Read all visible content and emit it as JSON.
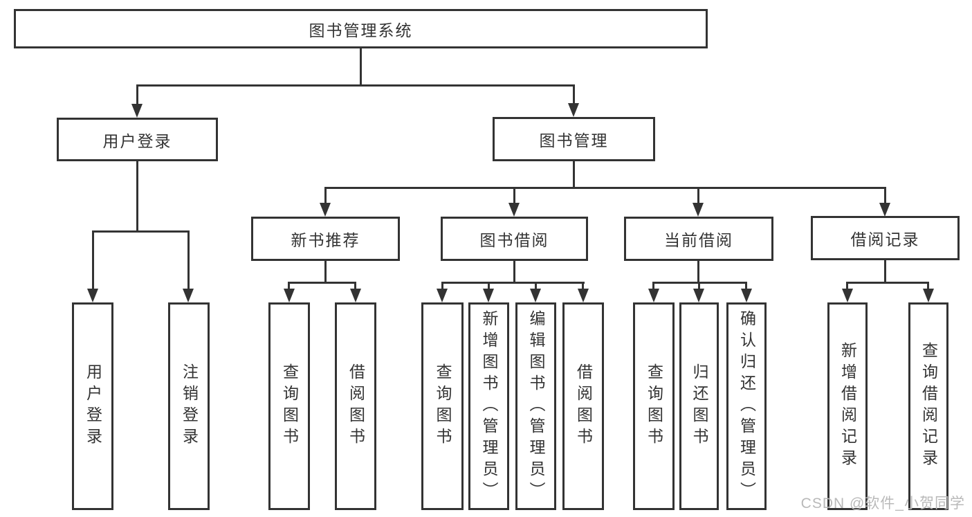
{
  "diagram": {
    "type": "hierarchy-tree",
    "colors": {
      "line": "#333333",
      "box_border": "#333333",
      "box_bg": "#ffffff",
      "text": "#333333",
      "watermark": "#b9b9b9"
    },
    "tree": {
      "label": "图书管理系统",
      "children": [
        {
          "label": "用户登录",
          "children": [
            {
              "label": "用户登录"
            },
            {
              "label": "注销登录"
            }
          ]
        },
        {
          "label": "图书管理",
          "children": [
            {
              "label": "新书推荐",
              "children": [
                {
                  "label": "查询图书"
                },
                {
                  "label": "借阅图书"
                }
              ]
            },
            {
              "label": "图书借阅",
              "children": [
                {
                  "label": "查询图书"
                },
                {
                  "label": "新增图书（管理员）"
                },
                {
                  "label": "编辑图书（管理员）"
                },
                {
                  "label": "借阅图书"
                }
              ]
            },
            {
              "label": "当前借阅",
              "children": [
                {
                  "label": "查询图书"
                },
                {
                  "label": "归还图书"
                },
                {
                  "label": "确认归还（管理员）"
                }
              ]
            },
            {
              "label": "借阅记录",
              "children": [
                {
                  "label": "新增借阅记录"
                },
                {
                  "label": "查询借阅记录"
                }
              ]
            }
          ]
        }
      ]
    }
  },
  "watermark": {
    "text": "CSDN @软件_小贺同学"
  }
}
